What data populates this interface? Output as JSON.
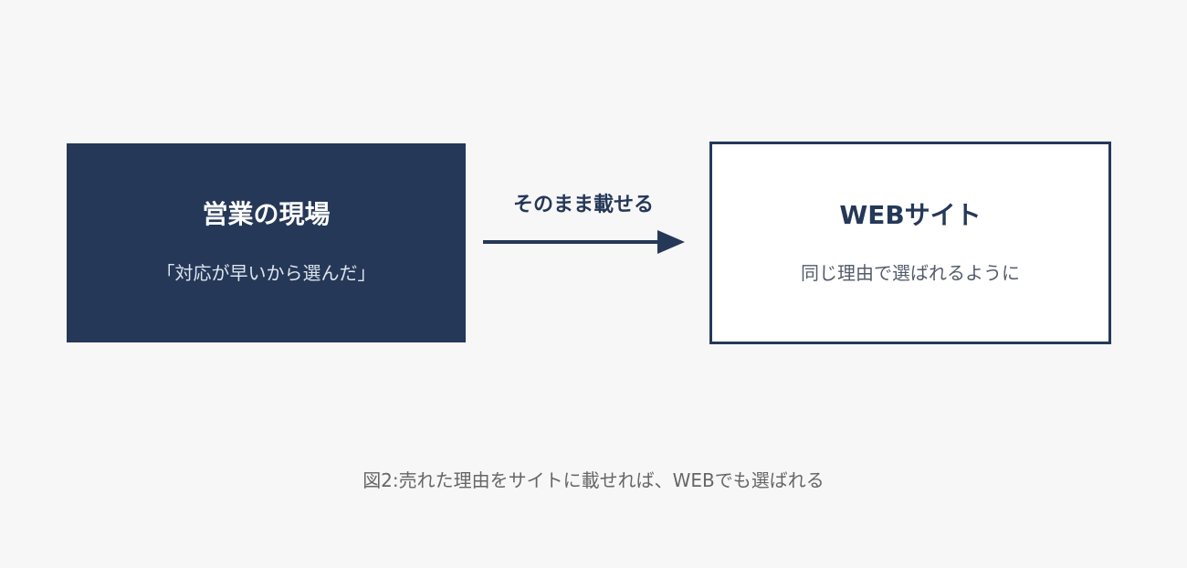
{
  "diagram": {
    "source_box": {
      "title": "営業の現場",
      "subtitle": "「対応が早いから選んだ」"
    },
    "arrow": {
      "label": "そのまま載せる"
    },
    "target_box": {
      "title": "WEBサイト",
      "subtitle": "同じ理由で選ばれるように"
    },
    "caption": "図2:売れた理由をサイトに載せれば、WEBでも選ばれる"
  },
  "colors": {
    "navy": "#253858",
    "background": "#f7f7f7",
    "caption_gray": "#666666"
  }
}
